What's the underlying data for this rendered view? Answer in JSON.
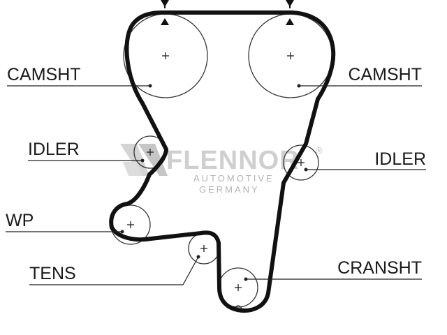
{
  "labels": {
    "camshaft_left": "CAMSHT",
    "camshaft_right": "CAMSHT",
    "idler_left": "IDLER",
    "idler_right": "IDLER",
    "water_pump": "WP",
    "tensioner": "TENS",
    "crankshaft": "CRANSHT"
  },
  "watermark": {
    "brand": "FLENNOR",
    "registered": "®",
    "line1": "AUTOMOTIVE",
    "line2": "GERMANY"
  },
  "colors": {
    "belt": "#111111",
    "watermark": "#cfcfcf",
    "text": "#1a1a1a"
  }
}
